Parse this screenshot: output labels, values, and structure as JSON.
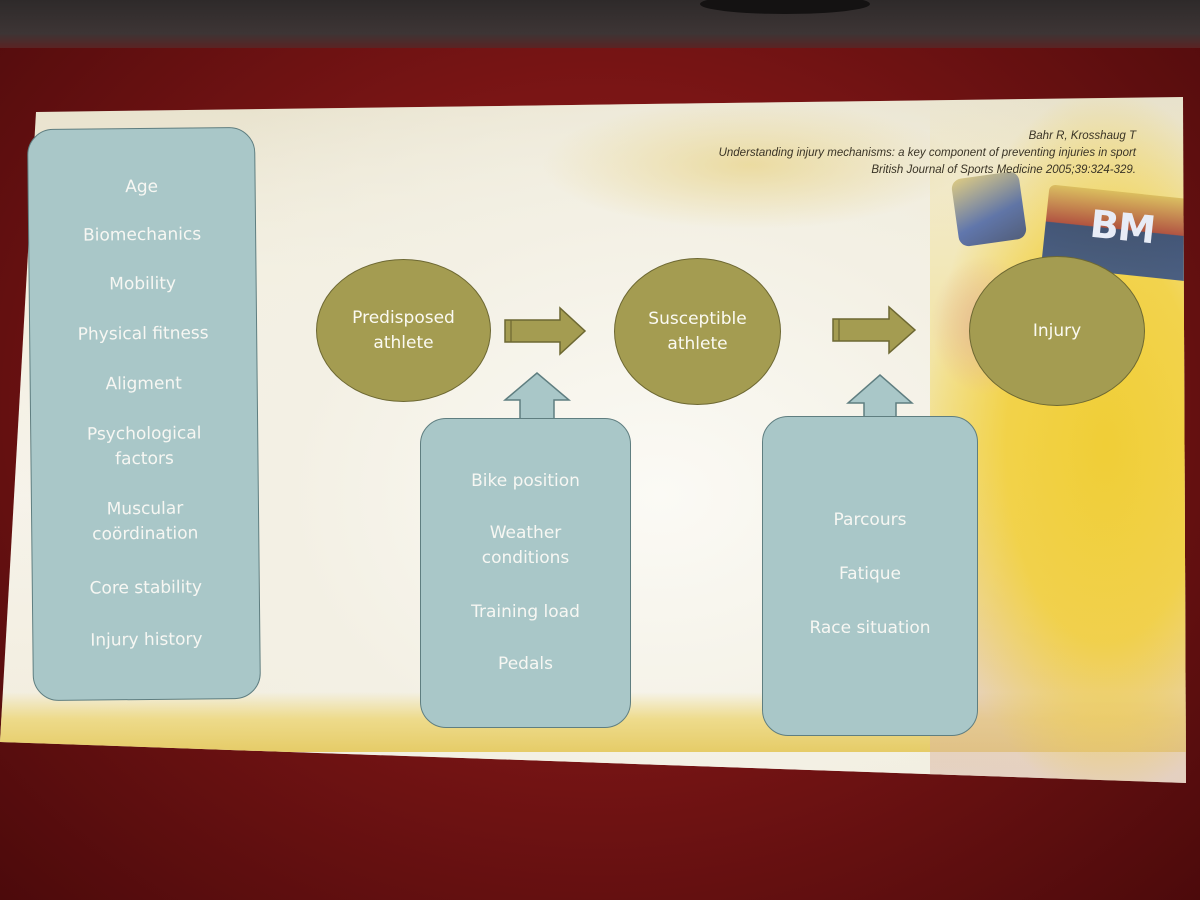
{
  "citation": {
    "authors": "Bahr R, Krosshaug T",
    "title": "Understanding injury mechanisms: a key component of preventing injuries in sport",
    "journal": "British Journal of Sports Medicine 2005;39:324-329."
  },
  "factors_box": {
    "items": [
      "Age",
      "Biomechanics",
      "Mobility",
      "Physical fitness",
      "Aligment",
      "Psychological factors",
      "Muscular coördination",
      "Core stability",
      "Injury history"
    ]
  },
  "stages": {
    "predisposed": "Predisposed athlete",
    "susceptible": "Susceptible athlete",
    "injury": "Injury"
  },
  "exposure_box": {
    "items": [
      "Bike position",
      "Weather conditions",
      "Training load",
      "Pedals"
    ]
  },
  "event_box": {
    "items": [
      "Parcours",
      "Fatique",
      "Race situation"
    ]
  },
  "background": {
    "jersey_text": "BM"
  },
  "colors": {
    "box_fill": "#a9c7c8",
    "ellipse_fill": "#a49c51",
    "arrow_fill": "#a49c51",
    "up_arrow_fill": "#a9c7c8",
    "screen_frame": "#7a1515"
  }
}
